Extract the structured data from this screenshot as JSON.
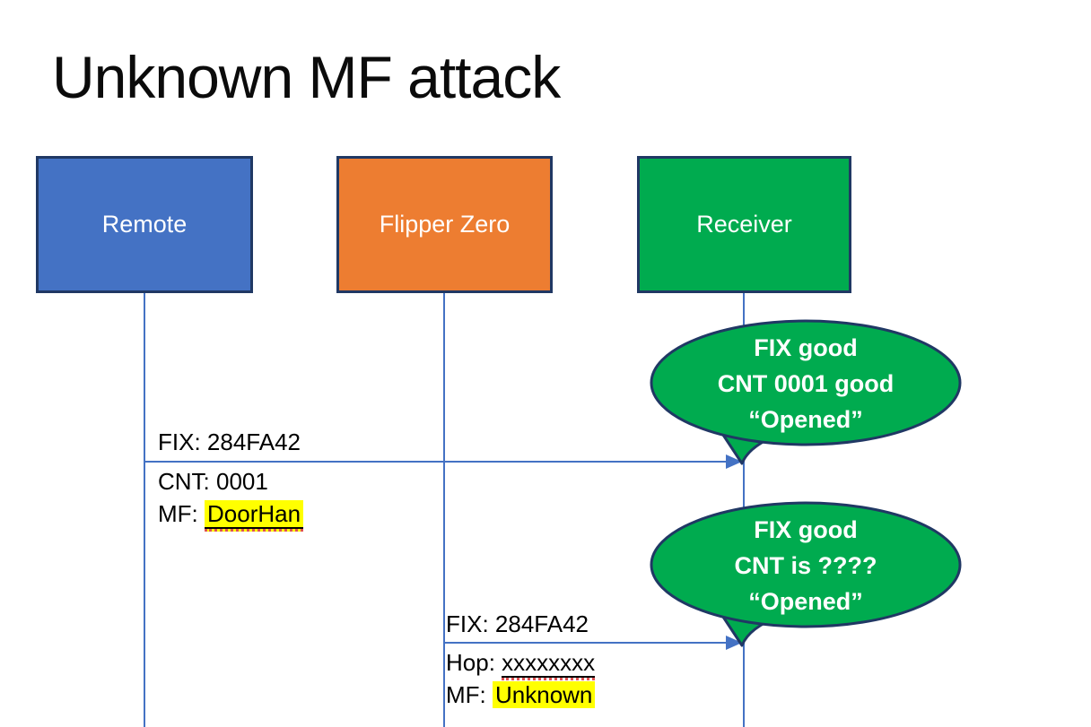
{
  "title": "Unknown MF attack",
  "actors": {
    "remote": "Remote",
    "flipper": "Flipper Zero",
    "receiver": "Receiver"
  },
  "message1": {
    "fix": "FIX: 284FA42",
    "cnt": "CNT: 0001",
    "mf_prefix": "MF: ",
    "mf_value": "DoorHan"
  },
  "message2": {
    "fix": "FIX: 284FA42",
    "hop_prefix": "Hop: ",
    "hop_value": "xxxxxxxx",
    "mf_prefix": "MF: ",
    "mf_value": "Unknown"
  },
  "callout1": {
    "line1": "FIX good",
    "line2": "CNT 0001 good",
    "line3": "“Opened”"
  },
  "callout2": {
    "line1": "FIX good",
    "line2": "CNT is ????",
    "line3": "“Opened”"
  },
  "colors": {
    "blue": "#4472C4",
    "orange": "#ED7D31",
    "green": "#00AB4F",
    "navy": "#203864",
    "lineblue": "#4472C4",
    "highlight": "#FFFF00",
    "squiggle": "#E05252",
    "bubble_text": "#FFFFFF",
    "label_text": "#000000",
    "title_text": "#0B0B0B"
  }
}
